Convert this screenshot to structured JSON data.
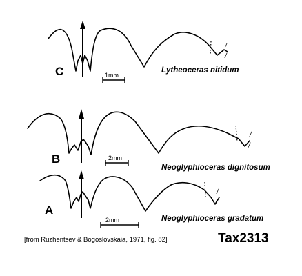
{
  "panels": [
    {
      "letter": "C",
      "species": "Lytheoceras nitidum",
      "scale": "1mm"
    },
    {
      "letter": "B",
      "species": "Neoglyphioceras dignitosum",
      "scale": "2mm"
    },
    {
      "letter": "A",
      "species": "Neoglyphioceras gradatum",
      "scale": "2mm"
    }
  ],
  "citation": "[from Ruzhentsev & Bogoslovskaia, 1971, fig. 82]",
  "tax_id": "Tax2313"
}
